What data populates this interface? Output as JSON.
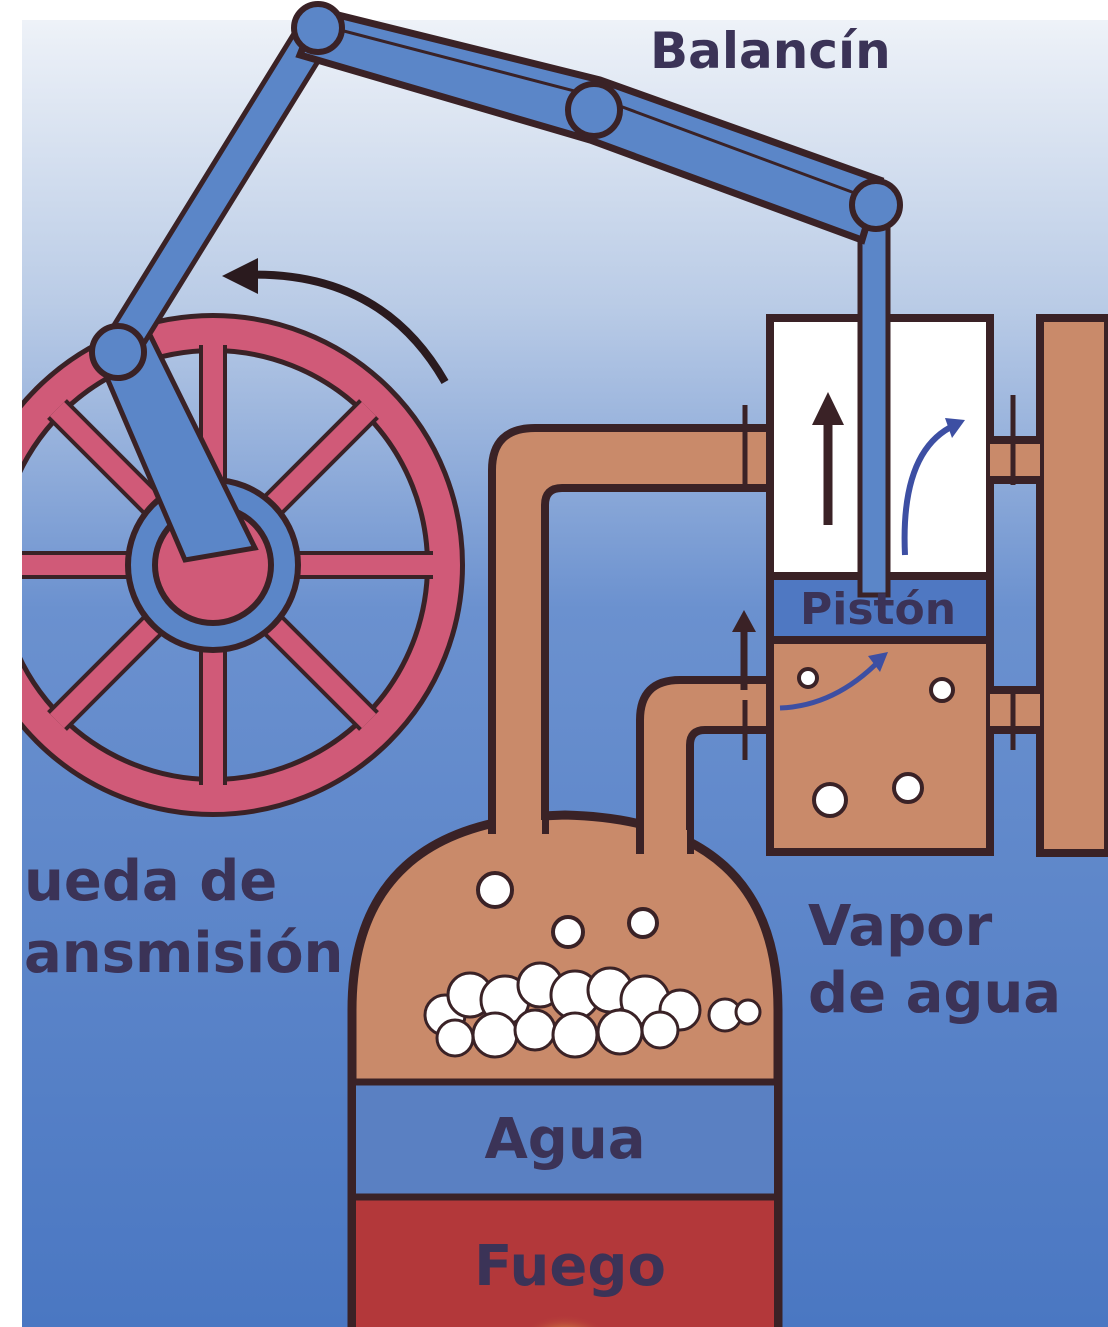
{
  "labels": {
    "rocker": "Balancín",
    "piston": "Pistón",
    "wheel_line1": "ueda de",
    "wheel_line2": "ansmisión",
    "steam_line1": "Vapor",
    "steam_line2": "de agua",
    "water": "Agua",
    "fire": "Fuego"
  },
  "colors": {
    "background_top": "#e8eef7",
    "background_bottom": "#4f7bc4",
    "copper": "#c98a6a",
    "outline": "#3a2226",
    "wheel": "#d05a78",
    "rod_blue": "#5b86c8",
    "water": "#5a80c2",
    "fire": "#b3383a",
    "text": "#3b3357"
  }
}
